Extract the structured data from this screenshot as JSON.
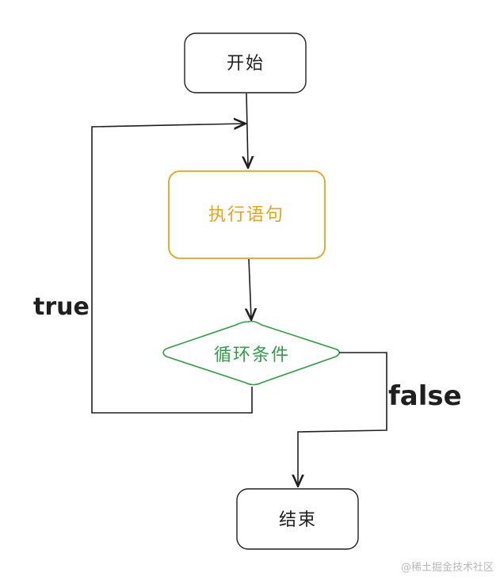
{
  "colors": {
    "stroke": "#1f1f1f",
    "process": "#e8a317",
    "decision": "#2f9e44",
    "watermark": "#b8b8b8",
    "background": "#ffffff"
  },
  "nodes": {
    "start": {
      "label": "开始"
    },
    "process": {
      "label": "执行语句"
    },
    "decision": {
      "label": "循环条件"
    },
    "end": {
      "label": "结束"
    }
  },
  "edges": {
    "true_label": "true",
    "false_label": "false"
  },
  "watermark": "@稀土掘金技术社区"
}
